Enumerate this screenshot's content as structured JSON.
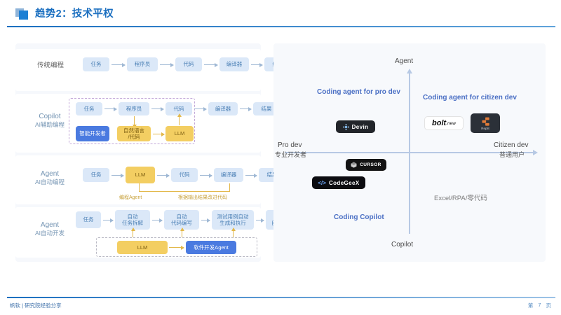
{
  "header": {
    "title": "趋势2：技术平权",
    "icon": "stacked-squares-icon",
    "accent_color": "#1b6fc0"
  },
  "left_panel": {
    "rows": [
      {
        "label_en": "",
        "label_cn": "传统编程",
        "nodes": [
          "任务",
          "程序员",
          "代码",
          "编译器",
          "结果"
        ]
      },
      {
        "label_en": "Copilot",
        "label_cn": "AI辅助编程",
        "nodes": [
          "任务",
          "程序员",
          "代码",
          "编译器",
          "结果"
        ],
        "sub_nodes": [
          "智能开发者",
          "自然语言\n/代码",
          "LLM"
        ]
      },
      {
        "label_en": "Agent",
        "label_cn": "AI自动编程",
        "nodes": [
          "任务",
          "LLM",
          "代码",
          "编译器",
          "结果"
        ],
        "captions": [
          "编程Agent",
          "根据输出结果改进代码"
        ]
      },
      {
        "label_en": "Agent",
        "label_cn": "AI自动开发",
        "nodes": [
          "任务",
          "自动\n任务拆解",
          "自动\n代码编写",
          "测试用例自动\n生成和执行",
          "报告\n自动生成"
        ],
        "sub_nodes": [
          "LLM",
          "软件开发Agent"
        ]
      }
    ]
  },
  "quadrant_chart": {
    "axis": {
      "top": "Agent",
      "bottom": "Copilot",
      "left_en": "Pro dev",
      "left_cn": "专业开发者",
      "right_en": "Citizen dev",
      "right_cn": "普通用户"
    },
    "quadrants": [
      {
        "name": "top-left",
        "label": "Coding agent for pro dev"
      },
      {
        "name": "top-right",
        "label": "Coding agent for citizen dev"
      },
      {
        "name": "bottom-left",
        "label": "Coding Copilot"
      },
      {
        "name": "bottom-right",
        "label": "Excel/RPA/零代码"
      }
    ],
    "logos": [
      {
        "name": "devin",
        "text": "Devin"
      },
      {
        "name": "bolt-new",
        "text": "bolt",
        "suffix": ".new"
      },
      {
        "name": "replit",
        "text": "Replit"
      },
      {
        "name": "cursor",
        "text": "CURSOR"
      },
      {
        "name": "codegeex",
        "text": "CodeGeeX"
      }
    ]
  },
  "footer": {
    "left": "帆软 | 研究院经验分享",
    "page_prefix": "第",
    "page_number": "7",
    "page_suffix": "页"
  }
}
